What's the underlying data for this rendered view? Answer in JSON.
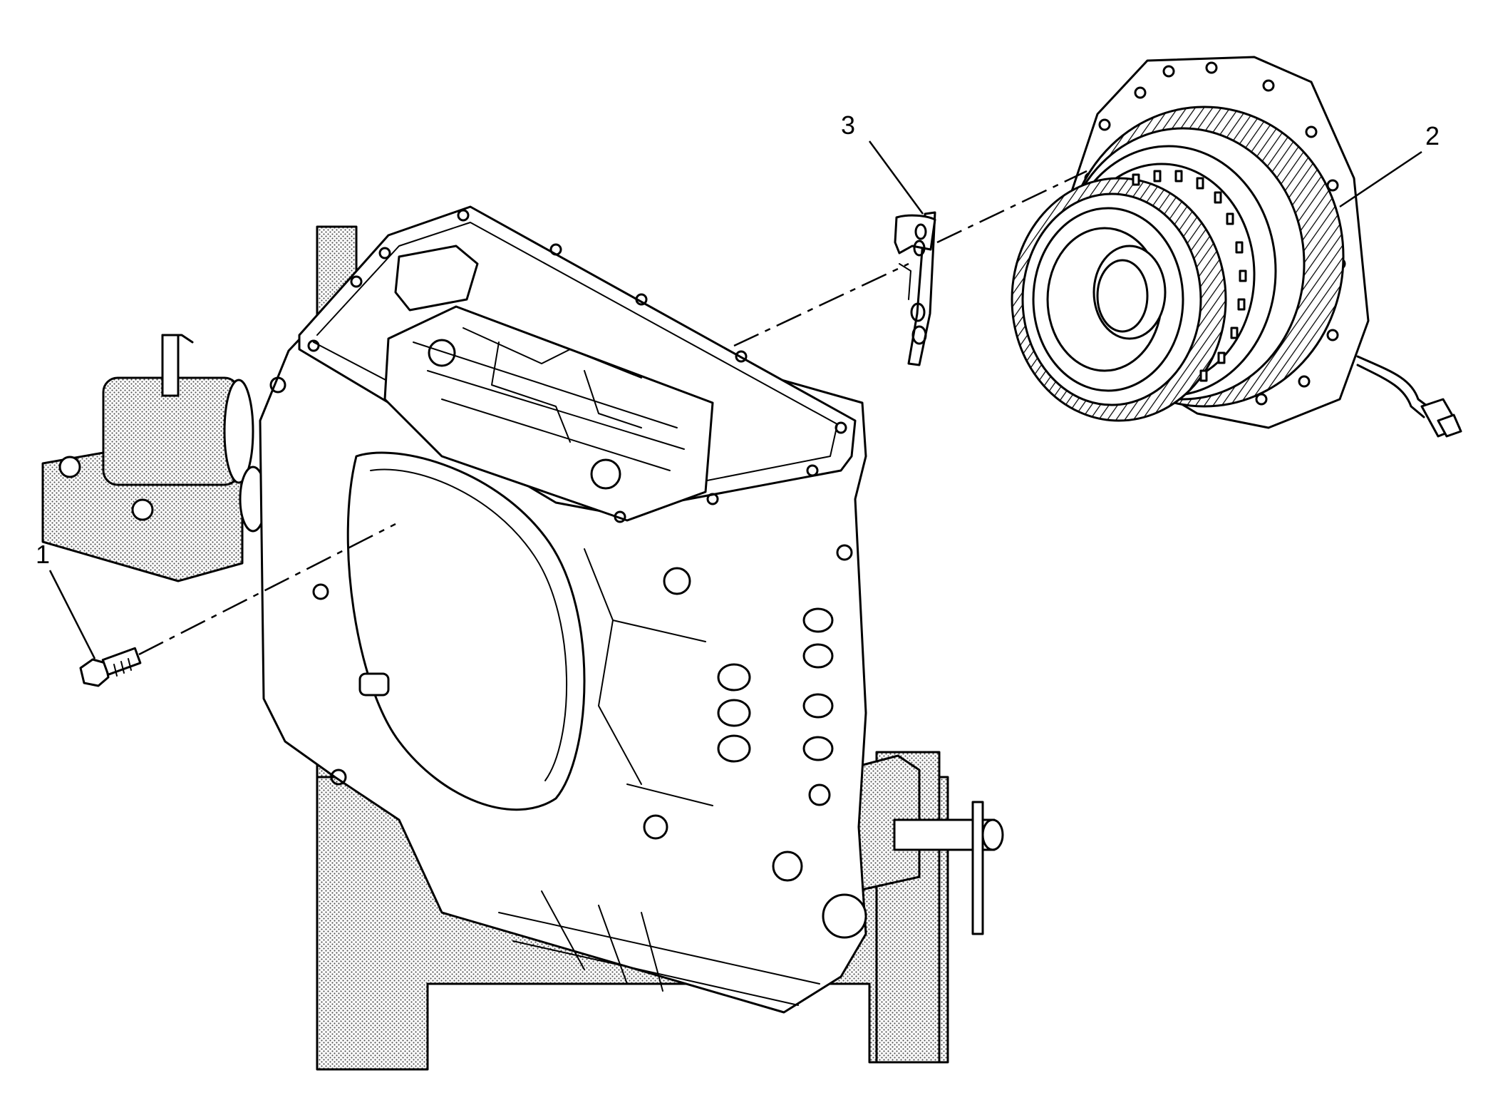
{
  "figure": {
    "callouts": [
      {
        "id": "1",
        "label": "1"
      },
      {
        "id": "2",
        "label": "2"
      },
      {
        "id": "3",
        "label": "3"
      }
    ],
    "parts": [
      {
        "callout": "1",
        "icon": "bolt-icon"
      },
      {
        "callout": "2",
        "icon": "gear-assembly-icon"
      },
      {
        "callout": "3",
        "icon": "seal-gasket-icon"
      }
    ],
    "colors": {
      "ink": "#000000",
      "background": "#ffffff",
      "stipple": "#8a8a8a"
    }
  }
}
